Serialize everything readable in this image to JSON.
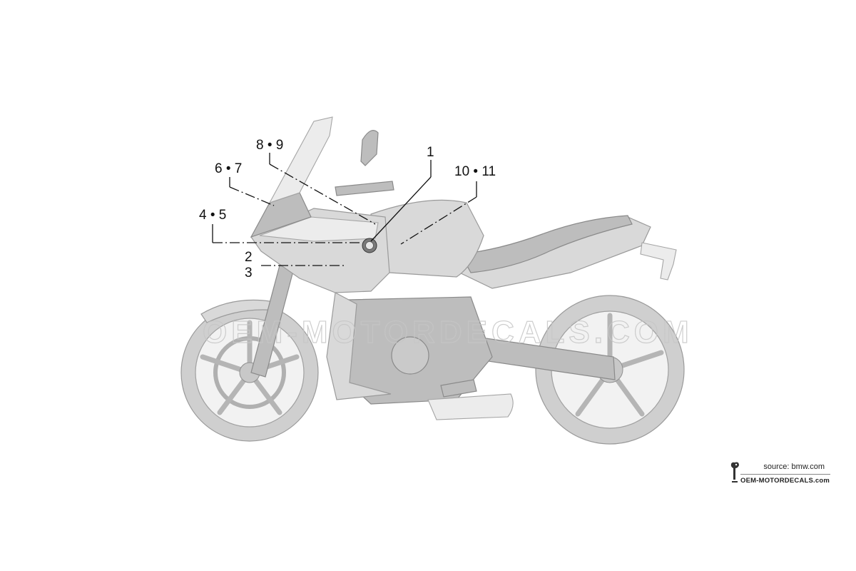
{
  "callouts": [
    {
      "id": "c1",
      "label": "1"
    },
    {
      "id": "c23a",
      "label": "2"
    },
    {
      "id": "c23b",
      "label": "3"
    },
    {
      "id": "c45",
      "label": "4 • 5"
    },
    {
      "id": "c67",
      "label": "6 • 7"
    },
    {
      "id": "c89",
      "label": "8 • 9"
    },
    {
      "id": "c1011",
      "label": "10 • 11"
    }
  ],
  "watermark": {
    "text": "OEM-MOTORDECALS.COM"
  },
  "footer": {
    "source": "source: bmw.com",
    "brand": "OEM-MOTORDECALS.com",
    "logo_icon": "rooster-logo-icon"
  },
  "colors": {
    "body": "#d9d9d9",
    "ink": "#111111",
    "watermark": "#c6c6c6"
  }
}
